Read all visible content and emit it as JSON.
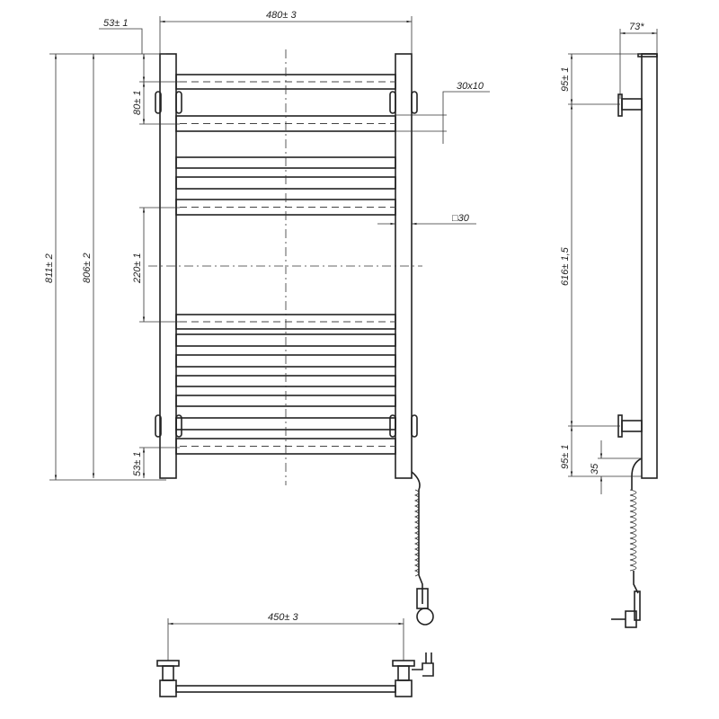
{
  "front_view": {
    "dim_width": "480± 3",
    "dim_top_offset": "53± 1",
    "dim_first_gap": "80± 1",
    "dim_profile": "30x10",
    "dim_square": "□30",
    "dim_mid_gap": "220± 1",
    "dim_total_height": "811± 2",
    "dim_mount_height": "806± 2",
    "dim_bottom_offset": "53± 1"
  },
  "top_view": {
    "dim_mount_width": "450± 3"
  },
  "side_view": {
    "dim_depth": "73*",
    "dim_top_bracket": "95± 1",
    "dim_bracket_spacing": "616± 1,5",
    "dim_bottom_bracket": "95± 1",
    "dim_cable": "35"
  }
}
